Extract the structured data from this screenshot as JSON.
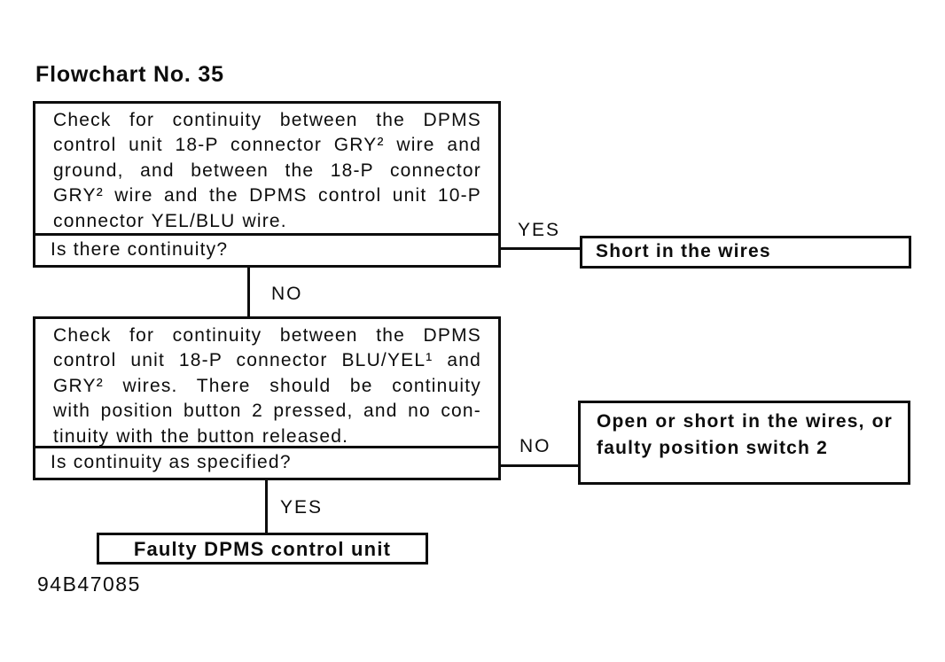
{
  "title": "Flowchart No. 35",
  "figure_code": "94B47085",
  "colors": {
    "ink": "#0d0d0d",
    "background": "#ffffff"
  },
  "flowchart": {
    "step1": {
      "instruction_lines": [
        "Check for continuity between the DPMS",
        "control unit 18-P connector GRY² wire and",
        "ground, and between the 18-P connector",
        "GRY² wire and the DPMS control unit 10-P",
        "connector YEL/BLU wire."
      ],
      "question": "Is there continuity?",
      "yes_branch_label": "YES",
      "no_branch_label": "NO"
    },
    "result_short_in_wires": "Short in the wires",
    "step2": {
      "instruction_lines": [
        "Check for continuity between the DPMS",
        "control unit 18-P connector BLU/YEL¹ and",
        "GRY² wires. There should be continuity",
        "with position button 2 pressed, and no con-",
        "tinuity with the button released."
      ],
      "question": "Is continuity as specified?",
      "no_branch_label": "NO",
      "yes_branch_label": "YES"
    },
    "result_open_or_short_lines": [
      "Open or short in the wires, or",
      "faulty position switch 2"
    ],
    "result_faulty_unit": "Faulty DPMS control unit"
  }
}
